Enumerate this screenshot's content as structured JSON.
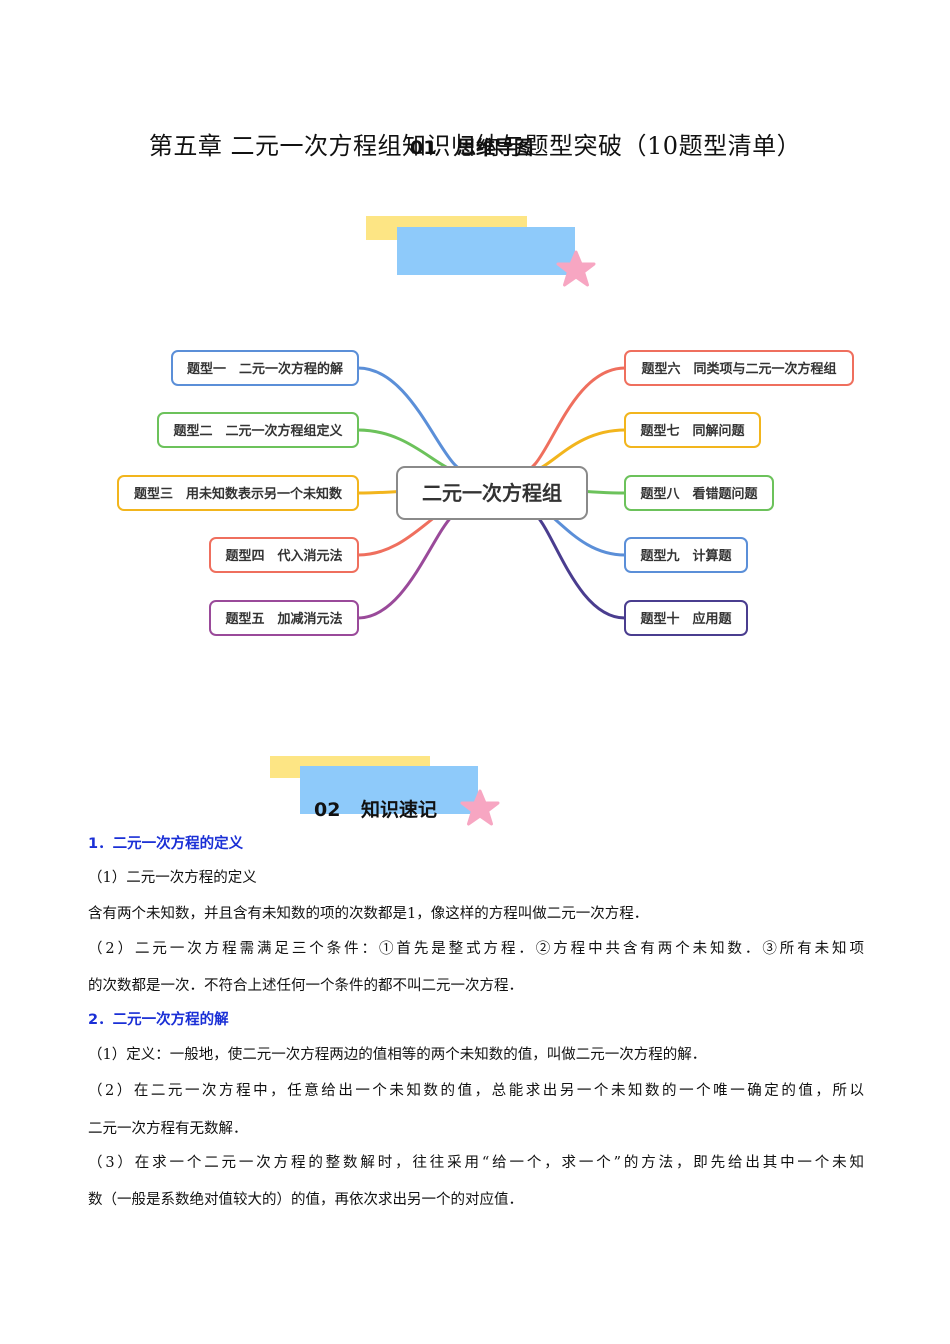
{
  "title": "第五章 二元一次方程组知识归纳与题型突破（10题型清单）",
  "section1": {
    "label": "01 思维导图"
  },
  "section2": {
    "label": "02 知识速记"
  },
  "mindmap": {
    "center": "二元一次方程组",
    "left": [
      {
        "text": "题型一　二元一次方程的解",
        "color": "#5b8fd8"
      },
      {
        "text": "题型二　二元一次方程组定义",
        "color": "#6cc25b"
      },
      {
        "text": "题型三　用未知数表示另一个未知数",
        "color": "#f2b51d"
      },
      {
        "text": "题型四　代入消元法",
        "color": "#ef6f5e"
      },
      {
        "text": "题型五　加减消元法",
        "color": "#9a4a9a"
      }
    ],
    "right": [
      {
        "text": "题型六　同类项与二元一次方程组",
        "color": "#ef6f5e"
      },
      {
        "text": "题型七　同解问题",
        "color": "#f2b51d"
      },
      {
        "text": "题型八　看错题问题",
        "color": "#6cc25b"
      },
      {
        "text": "题型九　计算题",
        "color": "#5b8fd8"
      },
      {
        "text": "题型十　应用题",
        "color": "#4a3d8f"
      }
    ]
  },
  "content": {
    "h1": "1．二元一次方程的定义",
    "p1": "（1）二元一次方程的定义",
    "p2": "含有两个未知数，并且含有未知数的项的次数都是1，像这样的方程叫做二元一次方程．",
    "p3a": "（2）二元一次方程需满足三个条件：①首先是整式方程．②方程中共含有两个未知数．③所有未知项",
    "p3b": "的次数都是一次．不符合上述任何一个条件的都不叫二元一次方程．",
    "h2": "2．二元一次方程的解",
    "p4": "（1）定义：一般地，使二元一次方程两边的值相等的两个未知数的值，叫做二元一次方程的解．",
    "p5a": "（2）在二元一次方程中，任意给出一个未知数的值，总能求出另一个未知数的一个唯一确定的值，所以",
    "p5b": "二元一次方程有无数解．",
    "p6a": "（3）在求一个二元一次方程的整数解时，往往采用“给一个，求一个”的方法，即先给出其中一个未知",
    "p6b": "数（一般是系数绝对值较大的）的值，再依次求出另一个的对应值．"
  }
}
